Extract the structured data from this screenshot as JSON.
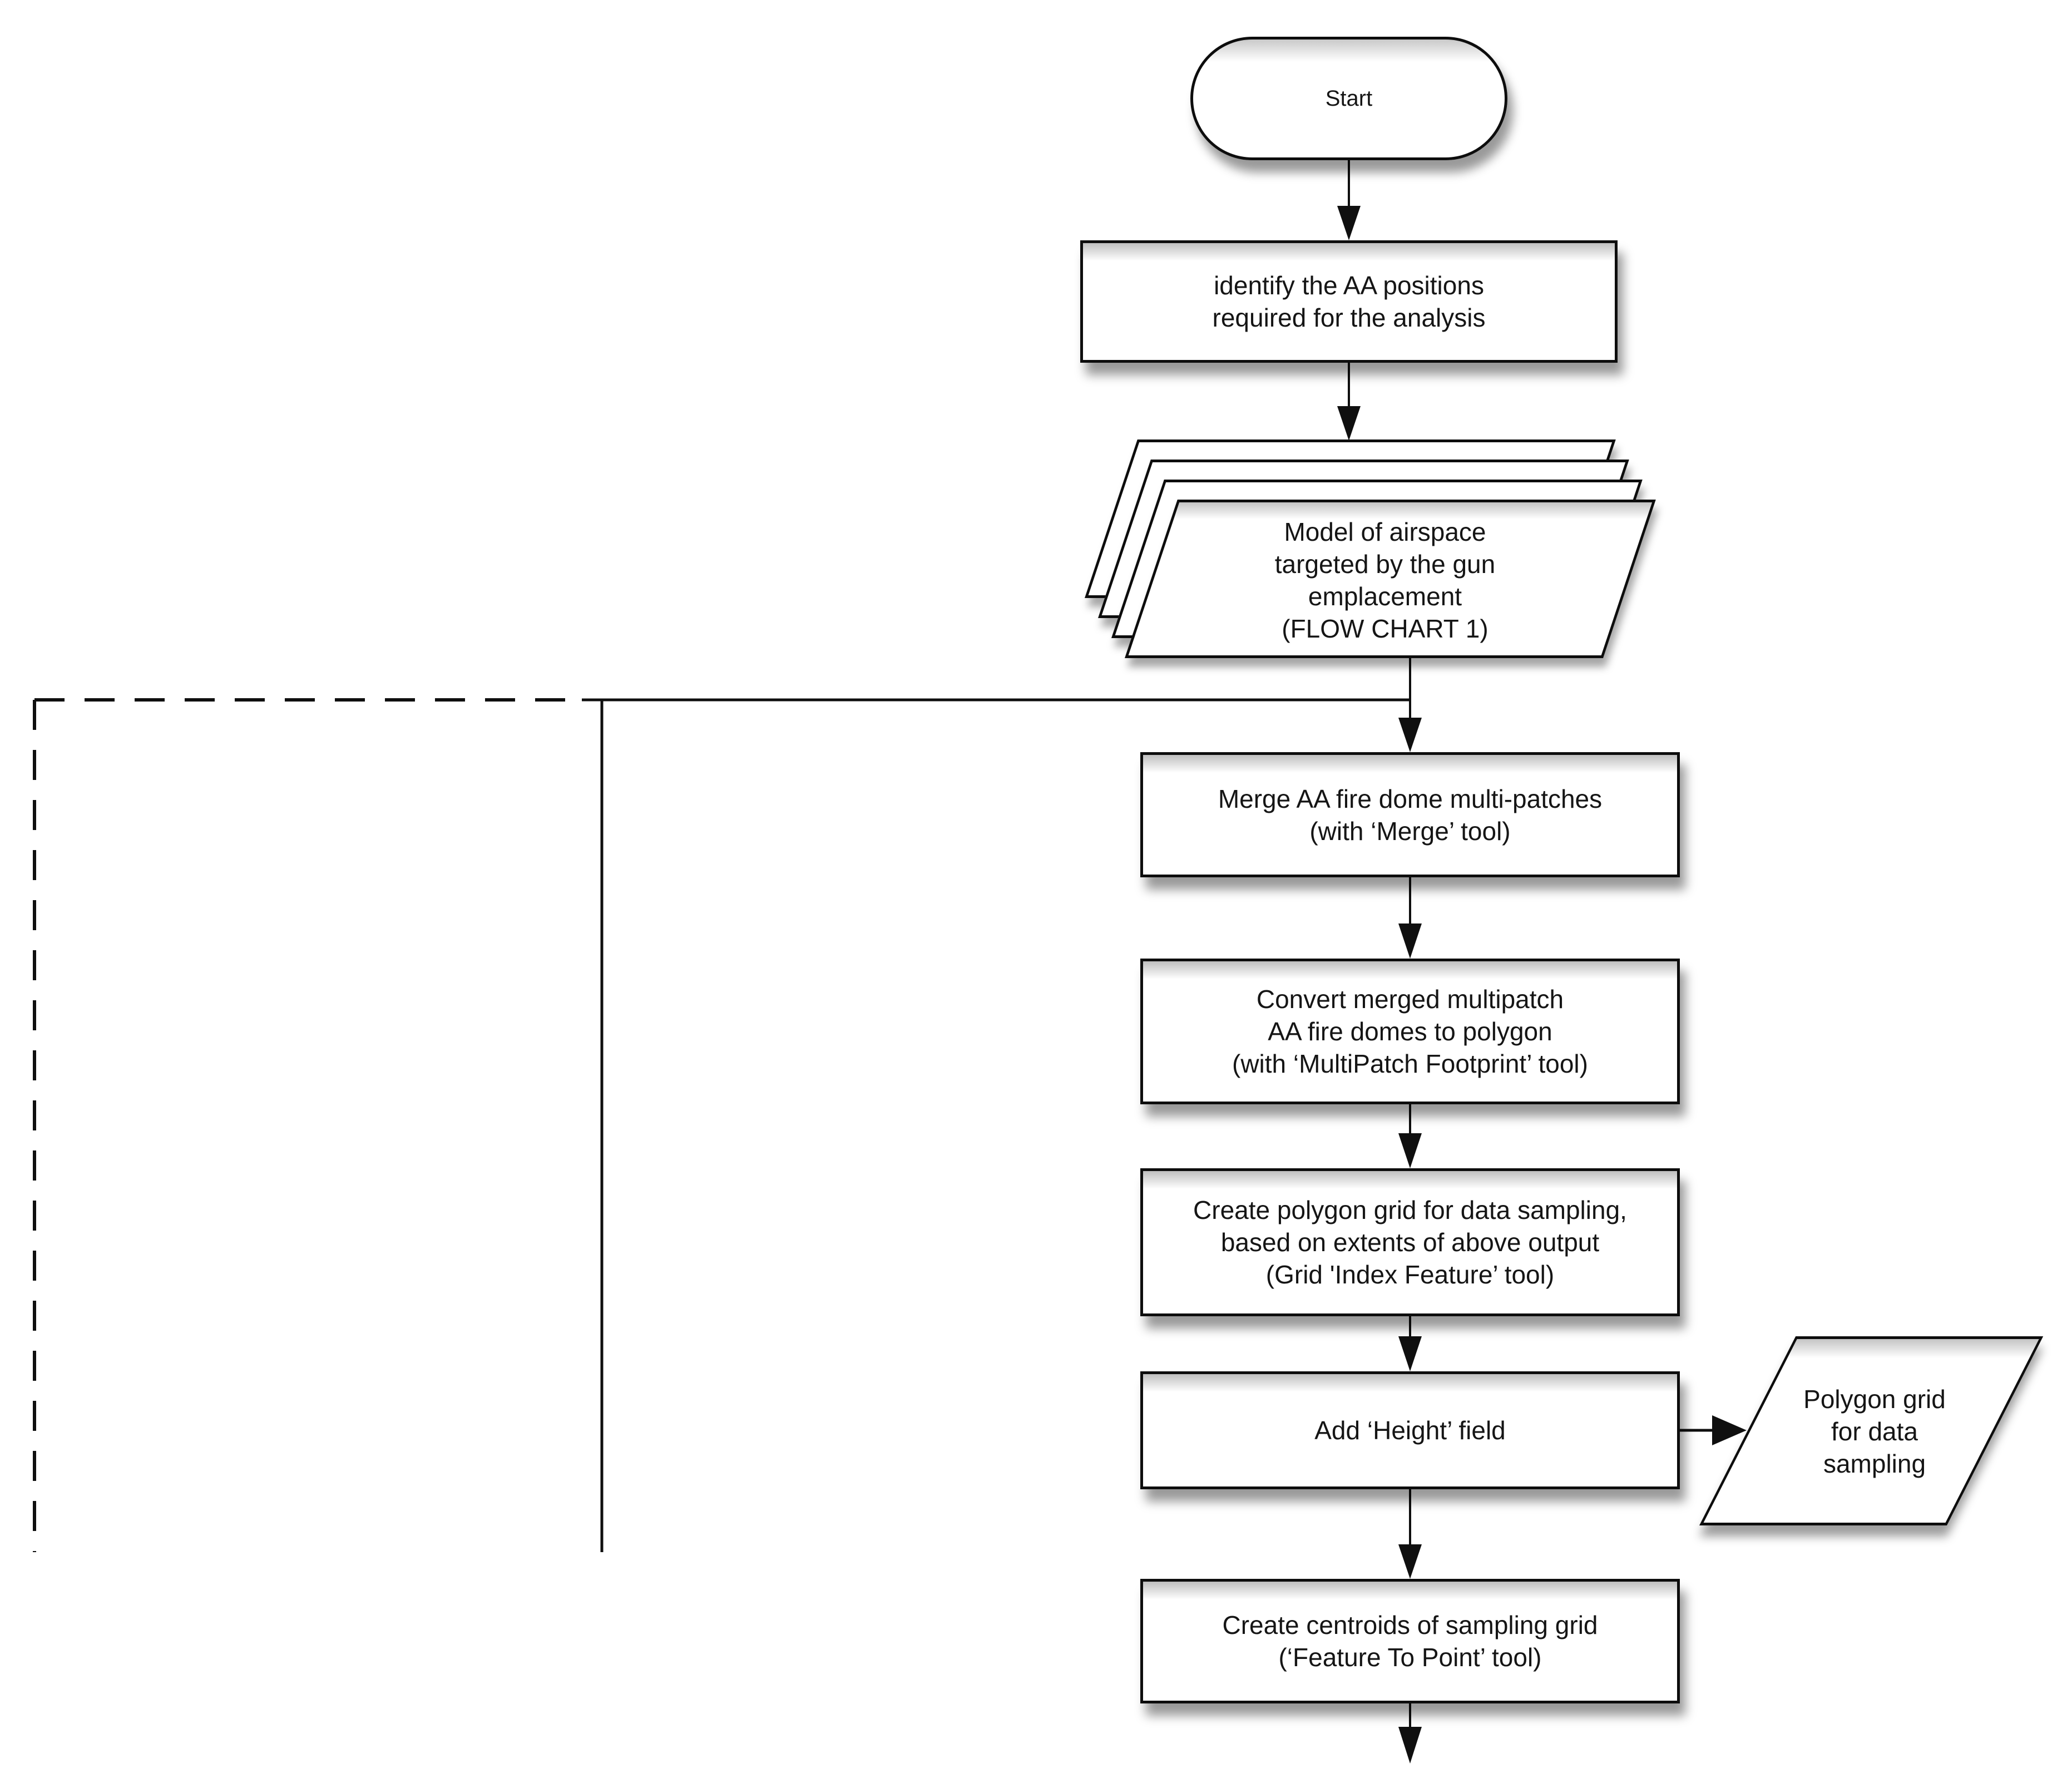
{
  "colors": {
    "stroke": "#000000",
    "fill": "#ffffff",
    "text": "#151515"
  },
  "nodes": {
    "start": {
      "type": "terminator",
      "label": "Start"
    },
    "identify_positions": {
      "type": "process",
      "label": "identify the AA positions\nrequired for the analysis"
    },
    "airspace_model": {
      "type": "stacked-data",
      "label": "Model of airspace\ntargeted by the gun\nemplacement\n(FLOW CHART 1)"
    },
    "merge_domes": {
      "type": "process",
      "label": "Merge AA fire dome multi-patches\n(with ‘Merge’ tool)"
    },
    "convert_multipatch": {
      "type": "process",
      "label": "Convert merged multipatch\nAA fire domes to polygon\n(with ‘MultiPatch Footprint’ tool)"
    },
    "create_polygon_grid": {
      "type": "process",
      "label": "Create polygon grid for data sampling,\nbased on extents of above output\n(Grid 'Index Feature’ tool)"
    },
    "add_height_field": {
      "type": "process",
      "label": "Add ‘Height’ field"
    },
    "polygon_grid_output": {
      "type": "data",
      "label": "Polygon grid\nfor data\nsampling"
    },
    "create_centroids": {
      "type": "process",
      "label": "Create centroids of sampling grid\n(‘Feature To Point’ tool)"
    }
  }
}
